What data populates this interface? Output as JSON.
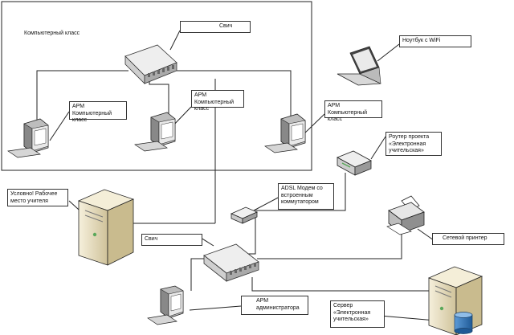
{
  "labels": {
    "computer_class": "Компьютерный класс",
    "switch_top": "Свич",
    "laptop": "Ноутбук с WiFi",
    "arm_class_1": "АРМ Компьютерный\nкласс",
    "arm_class_2": "АРМ Компьютерный\nкласс",
    "arm_class_3": "АРМ Компьютерный\nкласс",
    "router": "Роутер проекта\n«Электронная\nучительская»",
    "teacher_workplace": "Условно! Рабочее\nместо учителя",
    "adsl_modem": "ADSL Модем со\nвстроенным\nкоммутатором",
    "switch_bottom": "Свич",
    "network_printer": "Сетевой принтер",
    "arm_admin": "АРМ\nадминистратора",
    "server": "Сервер\n«Электронная\nучительская»"
  },
  "colors": {
    "line": "#222222",
    "device_light": "#f2f2f2",
    "device_mid": "#d6d6d6",
    "device_dark": "#9a9a9a",
    "server_beige": "#ece4c8",
    "port_green": "#5aa85a",
    "db_blue": "#2d72b8"
  },
  "icons": [
    "switch-icon",
    "laptop-icon",
    "workstation-icon",
    "router-icon",
    "tower-pc-icon",
    "modem-icon",
    "printer-icon",
    "server-icon",
    "database-icon"
  ]
}
